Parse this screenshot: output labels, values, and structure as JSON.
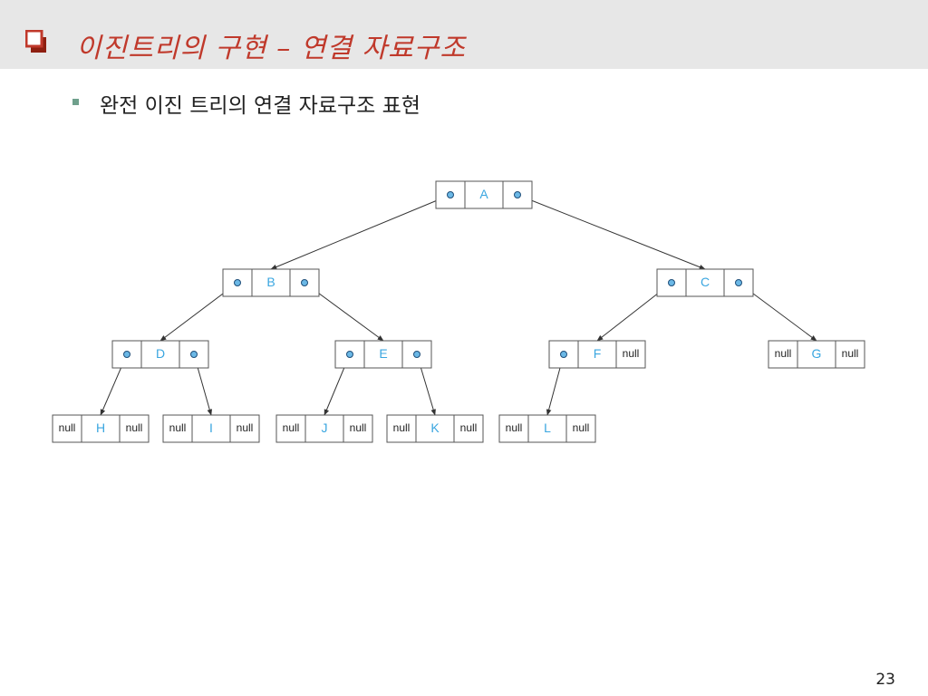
{
  "slide": {
    "title": "이진트리의 구현 – 연결 자료구조",
    "subtitle": "완전 이진 트리의 연결 자료구조 표현",
    "page_number": "23"
  },
  "colors": {
    "title": "#c0392b",
    "title_bar": "#e7e7e7",
    "bullet": "#6fa08c",
    "node_label": "#3aa6e0",
    "pointer_dot": "#6bb8e6",
    "border": "#555555"
  },
  "tree": {
    "null_label": "null",
    "nodes": [
      {
        "id": "A",
        "label": "A",
        "left": "ptr",
        "right": "ptr"
      },
      {
        "id": "B",
        "label": "B",
        "left": "ptr",
        "right": "ptr"
      },
      {
        "id": "C",
        "label": "C",
        "left": "ptr",
        "right": "ptr"
      },
      {
        "id": "D",
        "label": "D",
        "left": "ptr",
        "right": "ptr"
      },
      {
        "id": "E",
        "label": "E",
        "left": "ptr",
        "right": "ptr"
      },
      {
        "id": "F",
        "label": "F",
        "left": "ptr",
        "right": "null"
      },
      {
        "id": "G",
        "label": "G",
        "left": "null",
        "right": "null"
      },
      {
        "id": "H",
        "label": "H",
        "left": "null",
        "right": "null"
      },
      {
        "id": "I",
        "label": "I",
        "left": "null",
        "right": "null"
      },
      {
        "id": "J",
        "label": "J",
        "left": "null",
        "right": "null"
      },
      {
        "id": "K",
        "label": "K",
        "left": "null",
        "right": "null"
      },
      {
        "id": "L",
        "label": "L",
        "left": "null",
        "right": "null"
      }
    ],
    "edges": [
      {
        "from": "A",
        "side": "left",
        "to": "B"
      },
      {
        "from": "A",
        "side": "right",
        "to": "C"
      },
      {
        "from": "B",
        "side": "left",
        "to": "D"
      },
      {
        "from": "B",
        "side": "right",
        "to": "E"
      },
      {
        "from": "C",
        "side": "left",
        "to": "F"
      },
      {
        "from": "C",
        "side": "right",
        "to": "G"
      },
      {
        "from": "D",
        "side": "left",
        "to": "H"
      },
      {
        "from": "D",
        "side": "right",
        "to": "I"
      },
      {
        "from": "E",
        "side": "left",
        "to": "J"
      },
      {
        "from": "E",
        "side": "right",
        "to": "K"
      },
      {
        "from": "F",
        "side": "left",
        "to": "L"
      }
    ]
  }
}
